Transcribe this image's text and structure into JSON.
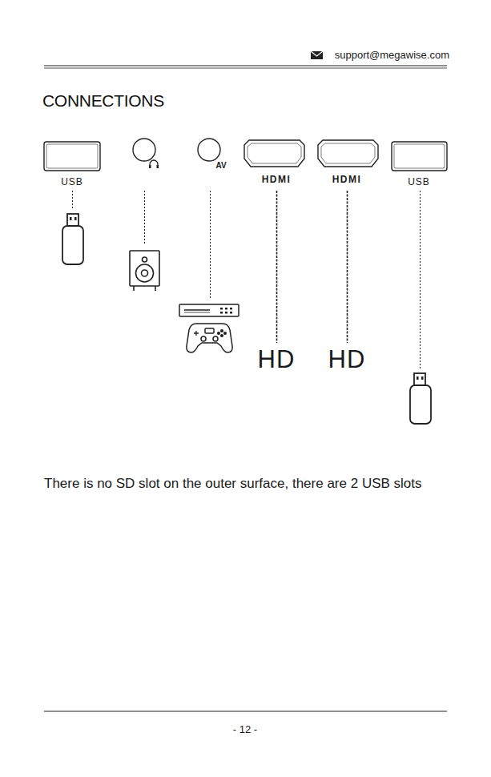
{
  "diagram": {
    "title": "CONNECTIONS",
    "labels": [
      "support@megawise.com",
      "USB",
      "AV",
      "HDMI",
      "HDMI",
      "USB",
      "HD",
      "HD",
      "There is no SD slot on the outer surface, there are 2 USB slots",
      "- 12 -"
    ]
  }
}
